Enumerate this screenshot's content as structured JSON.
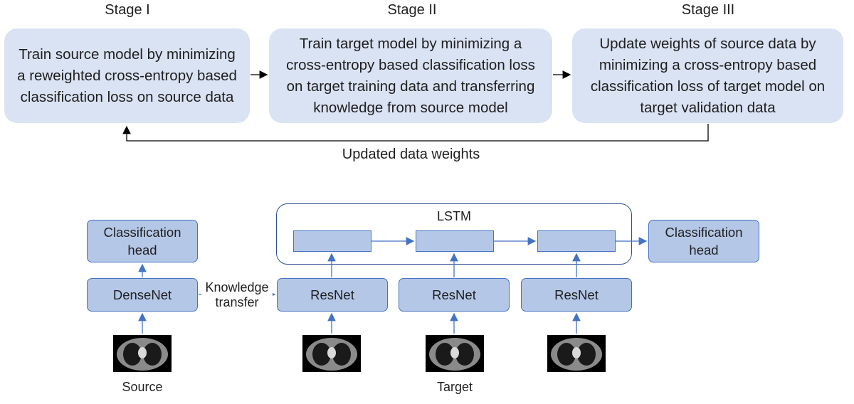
{
  "stages": [
    {
      "label": "Stage I",
      "text": "Train source model by minimizing a reweighted cross-entropy based classification loss on source data"
    },
    {
      "label": "Stage II",
      "text": "Train target model by minimizing a cross-entropy based classification loss on target training data and transferring knowledge from source model"
    },
    {
      "label": "Stage III",
      "text": "Update weights of source data by minimizing a cross-entropy based classification loss of target model on target validation data"
    }
  ],
  "feedback_label": "Updated data weights",
  "source_branch": {
    "head": "Classification head",
    "backbone": "DenseNet",
    "caption": "Source"
  },
  "knowledge_transfer_label": "Knowledge transfer",
  "target_branch": {
    "lstm_label": "LSTM",
    "backbones": [
      "ResNet",
      "ResNet",
      "ResNet"
    ],
    "head": "Classification head",
    "caption": "Target"
  },
  "colors": {
    "stage_fill": "#dae3f3",
    "block_fill": "#b4c7e7",
    "block_border": "#4472c4"
  },
  "icons": [
    "ct-scan-image-source",
    "ct-scan-image-target-1",
    "ct-scan-image-target-2",
    "ct-scan-image-target-3"
  ]
}
